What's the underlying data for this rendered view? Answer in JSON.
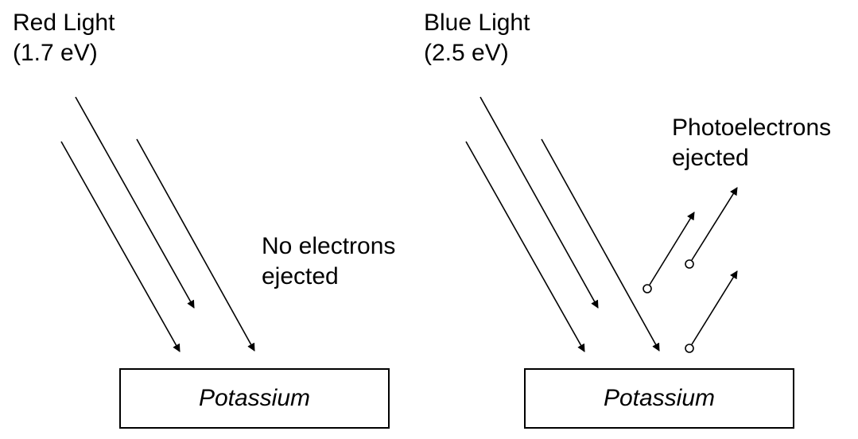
{
  "left_panel": {
    "light_name": "Red Light",
    "energy": "(1.7 eV)",
    "result_line1": "No electrons",
    "result_line2": "ejected",
    "metal": "Potassium"
  },
  "right_panel": {
    "light_name": "Blue Light",
    "energy": "(2.5 eV)",
    "result_line1": "Photoelectrons",
    "result_line2": "ejected",
    "metal": "Potassium"
  }
}
